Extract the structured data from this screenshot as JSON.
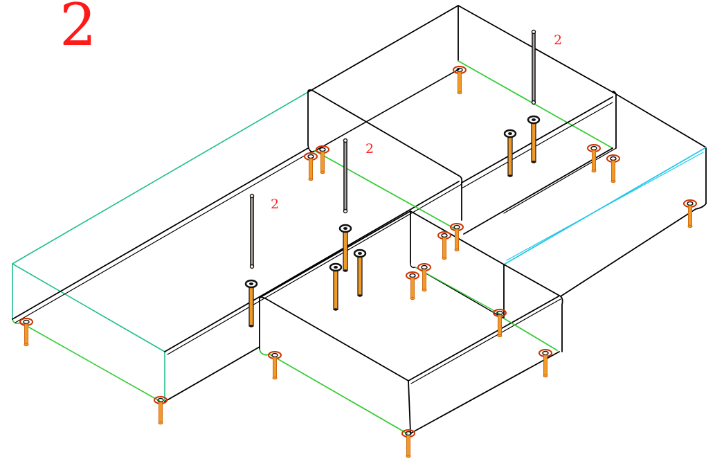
{
  "step_number": "2",
  "quantity_labels": [
    "2",
    "2",
    "2"
  ],
  "colors": {
    "step_number": "#ff1a1a",
    "quantity_label": "#ff2020",
    "outline": "#000000",
    "edge_highlight": "#33cc33",
    "edge_highlight_teal": "#1fbf8f",
    "edge_highlight_cyan": "#22c8e8",
    "leg": "#f09a2a",
    "leg_outline": "#d06a10",
    "foot_ring": "#cc3300",
    "rod": "#6b4a3a",
    "washer": "#111111"
  },
  "icons": {
    "leg": "furniture-leg-icon",
    "rod": "connector-rod-icon",
    "washer": "washer-icon"
  }
}
